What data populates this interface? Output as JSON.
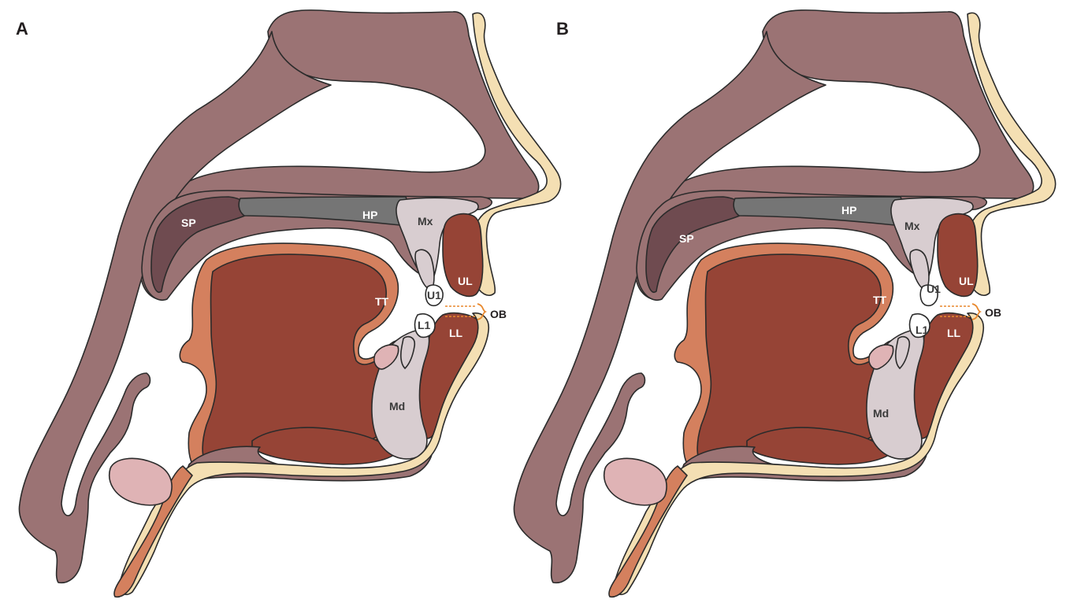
{
  "panels": [
    {
      "letter": "A",
      "labels": {
        "sp": "SP",
        "hp": "HP",
        "mx": "Mx",
        "ul": "UL",
        "tt": "TT",
        "u1": "U1",
        "ob": "OB",
        "l1": "L1",
        "ll": "LL",
        "md": "Md"
      }
    },
    {
      "letter": "B",
      "labels": {
        "sp": "SP",
        "hp": "HP",
        "mx": "Mx",
        "ul": "UL",
        "tt": "TT",
        "u1": "U1",
        "ob": "OB",
        "l1": "L1",
        "ll": "LL",
        "md": "Md"
      }
    }
  ],
  "colors": {
    "soft_tissue": "#9b7374",
    "skin": "#f4dfb3",
    "tongue_outer": "#d4805e",
    "muscle": "#964436",
    "soft_palate": "#6f4b50",
    "hard_palate": "#757575",
    "bone": "#d8cdd0",
    "teeth": "#ffffff",
    "hyoid": "#dfb3b5",
    "ob_bracket": "#e8892e"
  }
}
